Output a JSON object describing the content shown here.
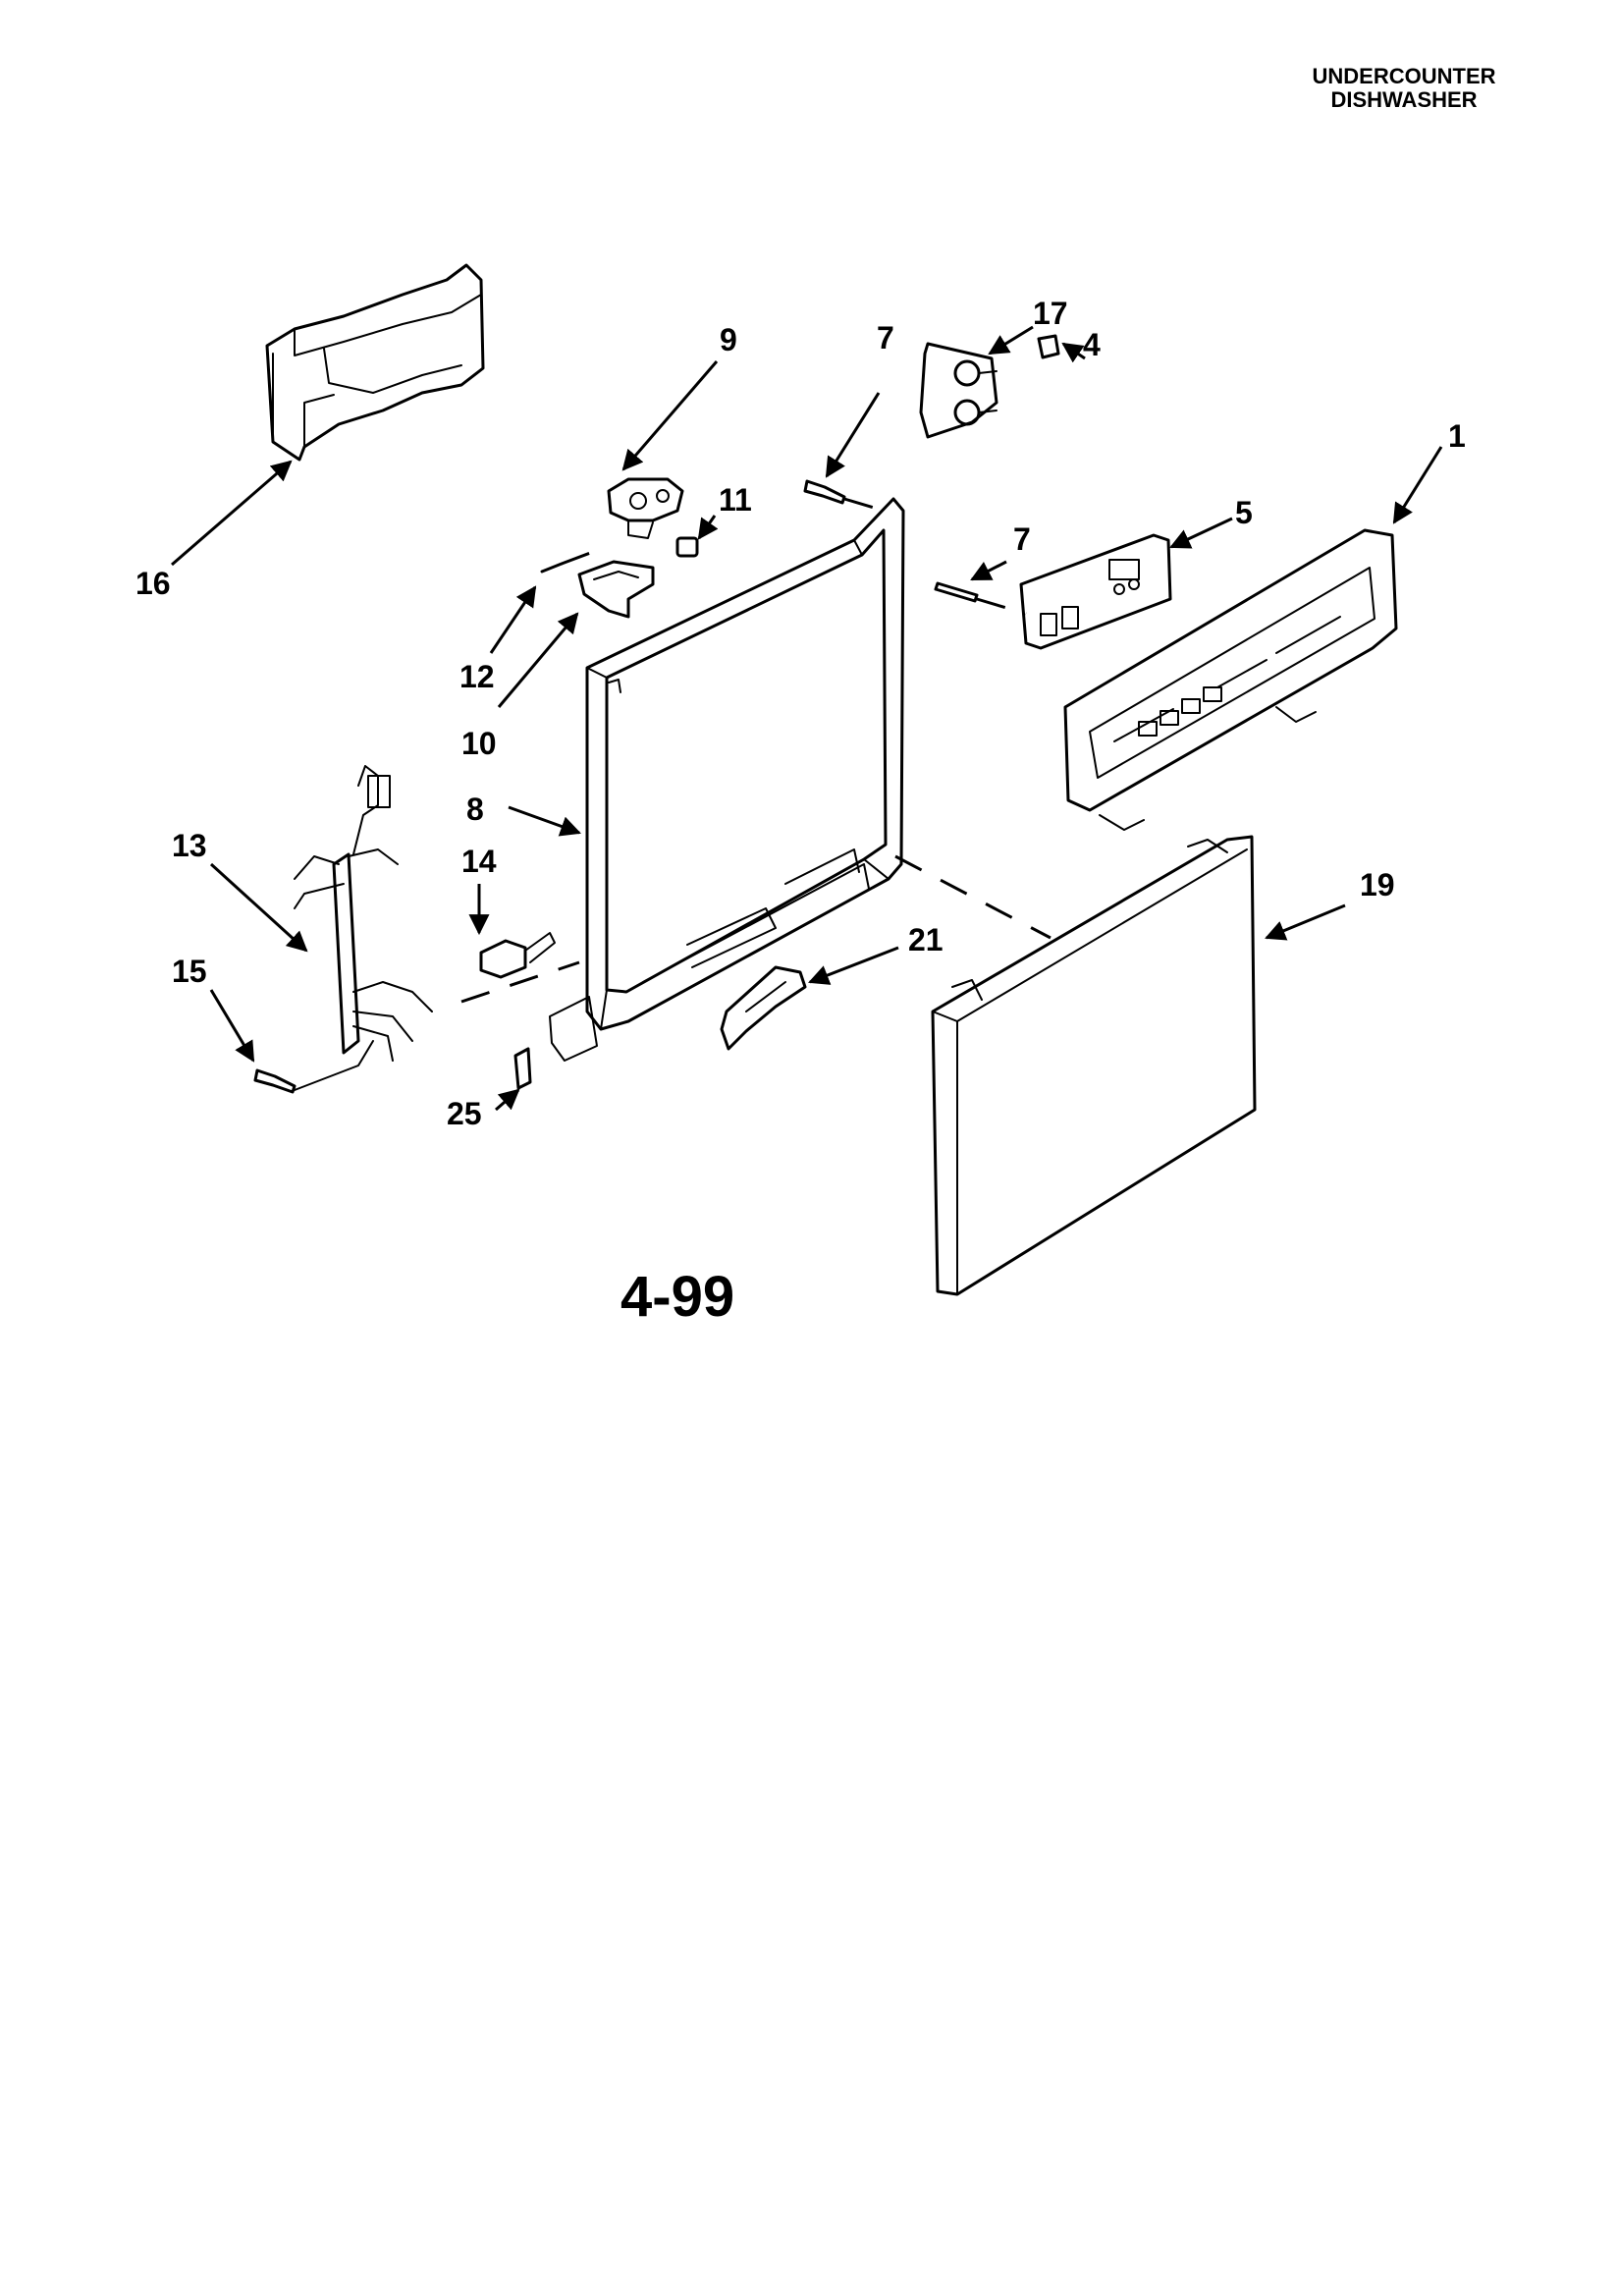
{
  "header": {
    "line1": "UNDERCOUNTER",
    "line2": "DISHWASHER"
  },
  "page_code": "4-99",
  "callouts": {
    "c1": "1",
    "c4": "4",
    "c5": "5",
    "c7a": "7",
    "c7b": "7",
    "c8": "8",
    "c9": "9",
    "c10": "10",
    "c11": "11",
    "c12": "12",
    "c13": "13",
    "c14": "14",
    "c15": "15",
    "c16": "16",
    "c17": "17",
    "c19": "19",
    "c21": "21",
    "c25": "25"
  }
}
